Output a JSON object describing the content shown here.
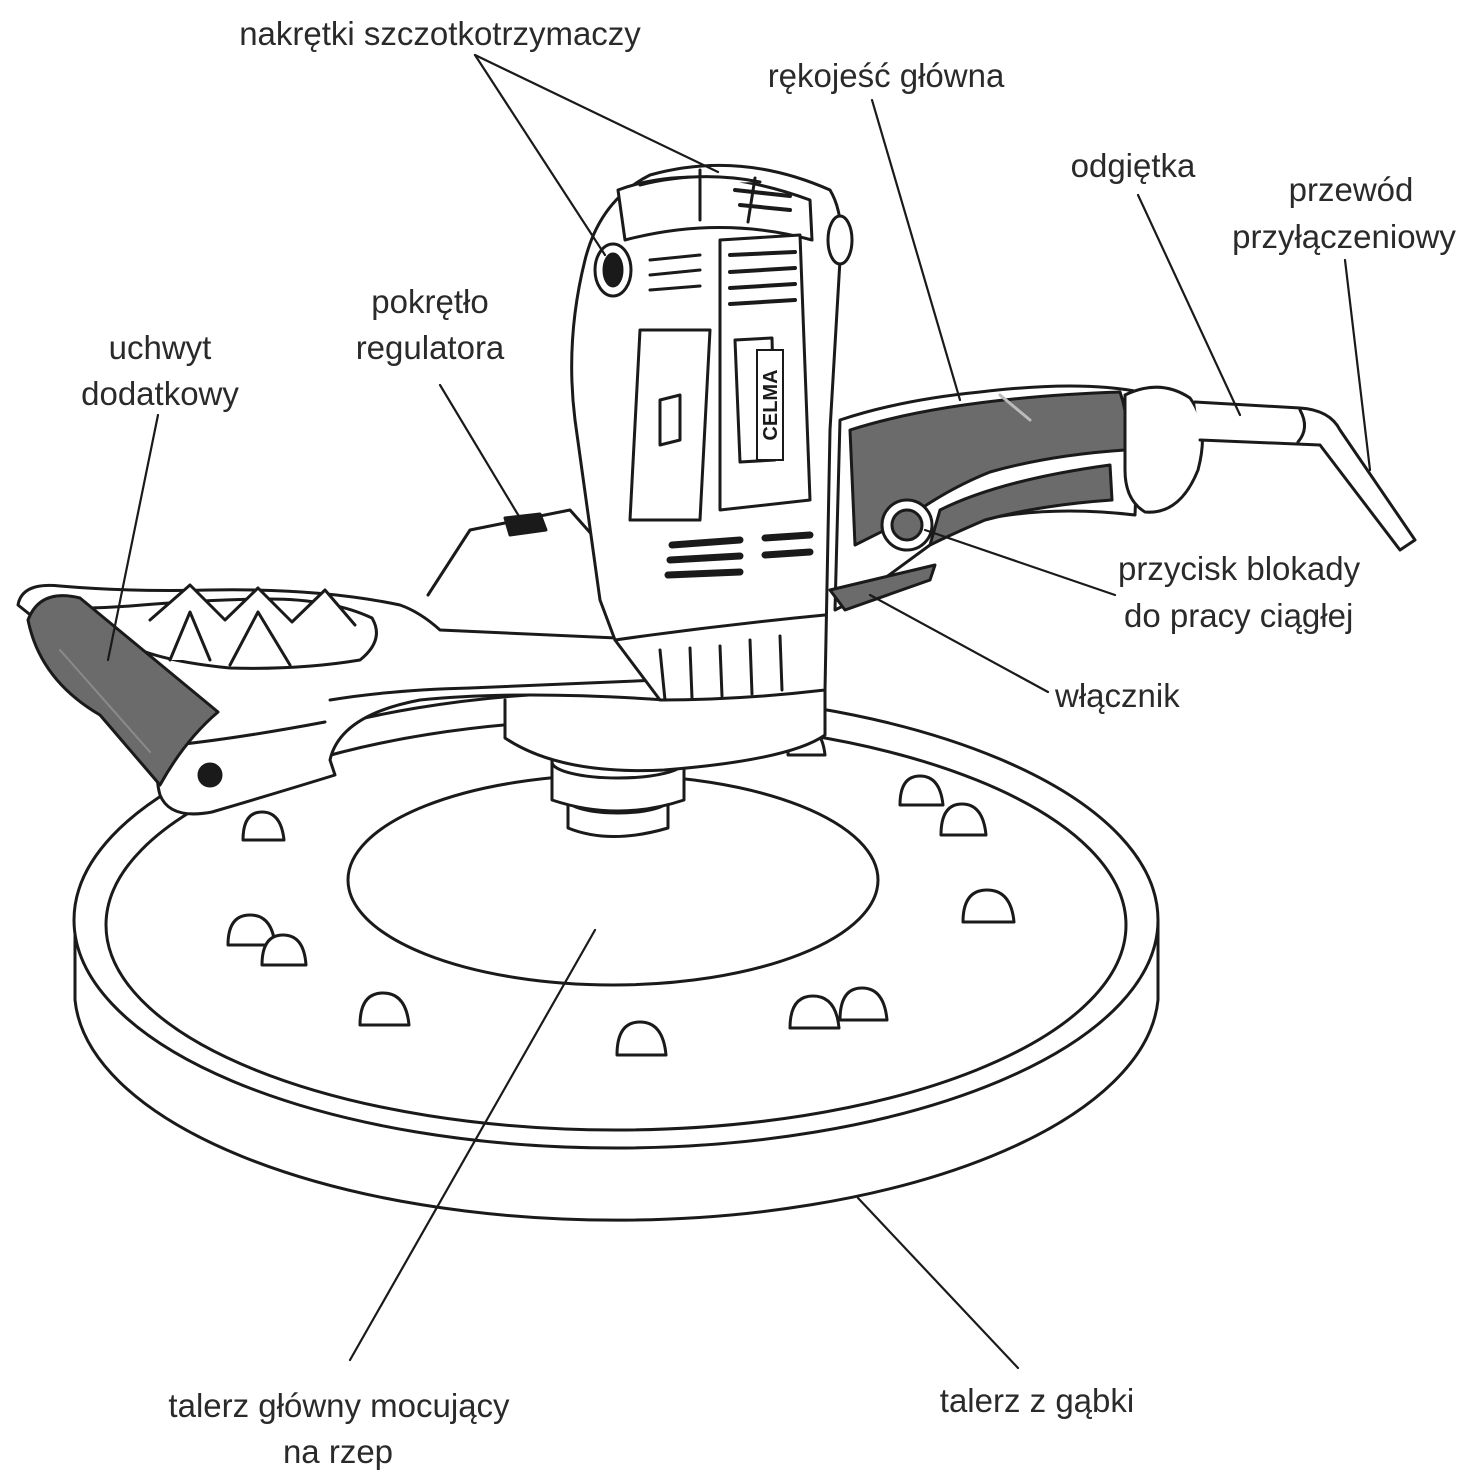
{
  "labels": {
    "brush_nuts": "nakrętki szczotkotrzymaczy",
    "main_handle": "rękojeść główna",
    "strain_relief": "odgiętka",
    "power_cord_1": "przewód",
    "power_cord_2": "przyłączeniowy",
    "regulator_knob_1": "pokrętło",
    "regulator_knob_2": "regulatora",
    "aux_handle_1": "uchwyt",
    "aux_handle_2": "dodatkowy",
    "lock_button_1": "przycisk blokady",
    "lock_button_2": "do pracy ciągłej",
    "switch": "włącznik",
    "main_plate_1": "talerz główny mocujący",
    "main_plate_2": "na rzep",
    "sponge_plate": "talerz z gąbki"
  },
  "brand_logo_text": "CELMA",
  "colors": {
    "line": "#1a1a1a",
    "grip": "#6b6b6b",
    "background": "#ffffff"
  }
}
